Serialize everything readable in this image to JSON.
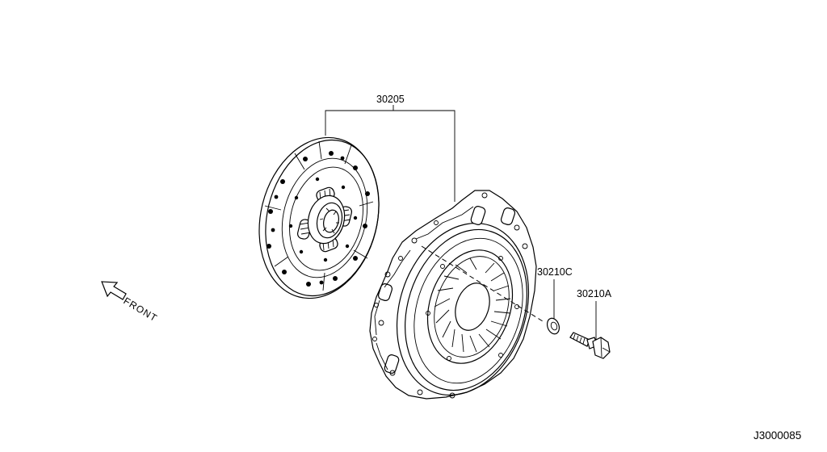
{
  "diagram_id": "J3000085",
  "front_label": "FRONT",
  "parts": [
    {
      "part_number": "30205"
    },
    {
      "part_number": "30210C"
    },
    {
      "part_number": "30210A"
    }
  ]
}
